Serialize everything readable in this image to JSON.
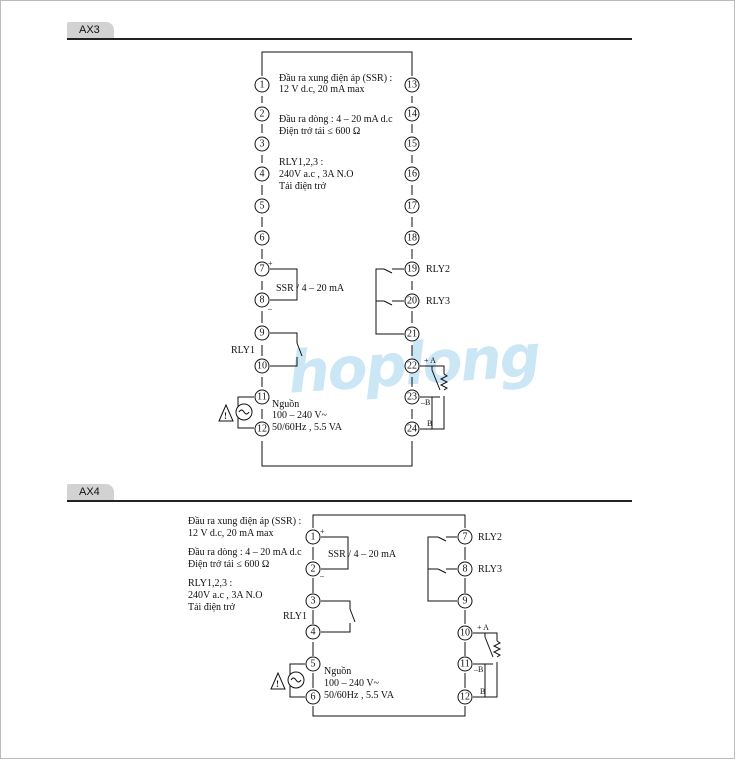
{
  "sections": {
    "ax3": {
      "tag": "AX3"
    },
    "ax4": {
      "tag": "AX4"
    }
  },
  "ax3": {
    "pins": [
      "1",
      "2",
      "3",
      "4",
      "5",
      "6",
      "7",
      "8",
      "9",
      "10",
      "11",
      "12",
      "13",
      "14",
      "15",
      "16",
      "17",
      "18",
      "19",
      "20",
      "21",
      "22",
      "23",
      "24"
    ],
    "ssr_line1": "Đầu ra xung điện áp (SSR) :",
    "ssr_line2": "12 V d.c, 20 mA max",
    "cur_line1": "Đầu ra dòng : 4 – 20 mA d.c",
    "cur_line2": "Điện trở tải ≤ 600 Ω",
    "rly_line1": "RLY1,2,3 :",
    "rly_line2": "240V a.c , 3A N.O",
    "rly_line3": "Tải điện trở",
    "ssr_label": "SSR / 4 – 20 mA",
    "plus": "+",
    "minus": "–",
    "rly1": "RLY1",
    "rly2": "RLY2",
    "rly3": "RLY3",
    "power_label": "Nguồn",
    "power_v": "100 – 240 V~",
    "power_hz": "50/60Hz , 5.5 VA",
    "rtd_plus_a": "+ A",
    "rtd_minus_b": "–B",
    "rtd_b": "B"
  },
  "ax4": {
    "pins": [
      "1",
      "2",
      "3",
      "4",
      "5",
      "6",
      "7",
      "8",
      "9",
      "10",
      "11",
      "12"
    ],
    "ssr_line1": "Đầu ra xung điện áp (SSR) :",
    "ssr_line2": "12 V d.c, 20 mA max",
    "cur_line1": "Đầu ra dòng : 4 – 20 mA d.c",
    "cur_line2": "Điện trở tải ≤ 600 Ω",
    "rly_line1": "RLY1,2,3 :",
    "rly_line2": "240V a.c , 3A N.O",
    "rly_line3": "Tải điện trở",
    "ssr_label": "SSR / 4 – 20 mA",
    "plus": "+",
    "minus": "–",
    "rly1": "RLY1",
    "rly2": "RLY2",
    "rly3": "RLY3",
    "power_label": "Nguồn",
    "power_v": "100 – 240 V~",
    "power_hz": "50/60Hz , 5.5 VA",
    "rtd_plus_a": "+ A",
    "rtd_minus_b": "–B",
    "rtd_b": "B"
  },
  "watermark": "hoplong",
  "colors": {
    "watermark": "#8ec8ea",
    "tab": "#d2d2d2"
  }
}
